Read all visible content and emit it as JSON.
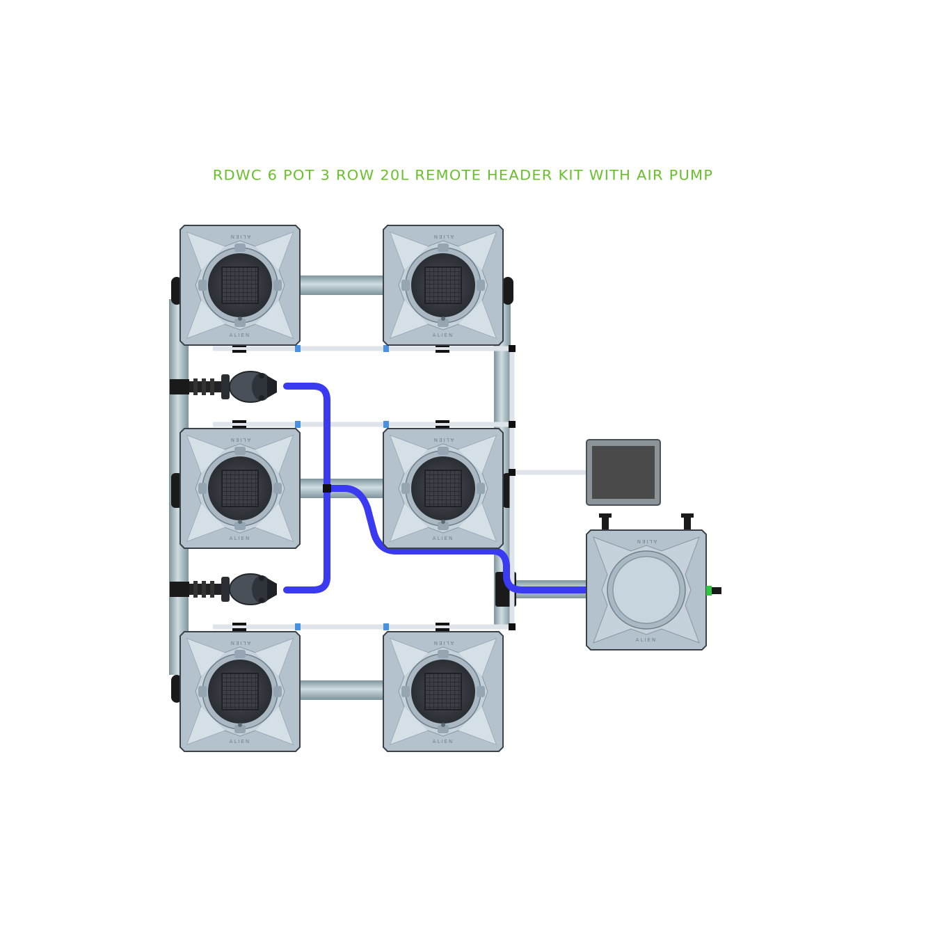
{
  "title": "RDWC 6 POT 3 ROW 20L REMOTE HEADER KIT WITH AIR PUMP",
  "brand": "ALIEN",
  "colors": {
    "title": "#6ac02c",
    "pot_body": "#b3c2cd",
    "pot_edge": "#3a4148",
    "pipe": "#9fb6bd",
    "air_line": "#dfe4ea",
    "water_hose": "#3a3af0",
    "valve_blue": "#4a90e0",
    "basket": "#353a40",
    "air_pump": "#4a4a4a",
    "fitting": "#1a1a1a",
    "outlet_green": "#2ec83e"
  },
  "components": {
    "pots": [
      "pot",
      "pot",
      "pot",
      "pot",
      "pot",
      "pot"
    ],
    "header_tank": "header-tank",
    "air_pump": "air-pump",
    "water_pumps": [
      "water-pump",
      "water-pump"
    ]
  }
}
